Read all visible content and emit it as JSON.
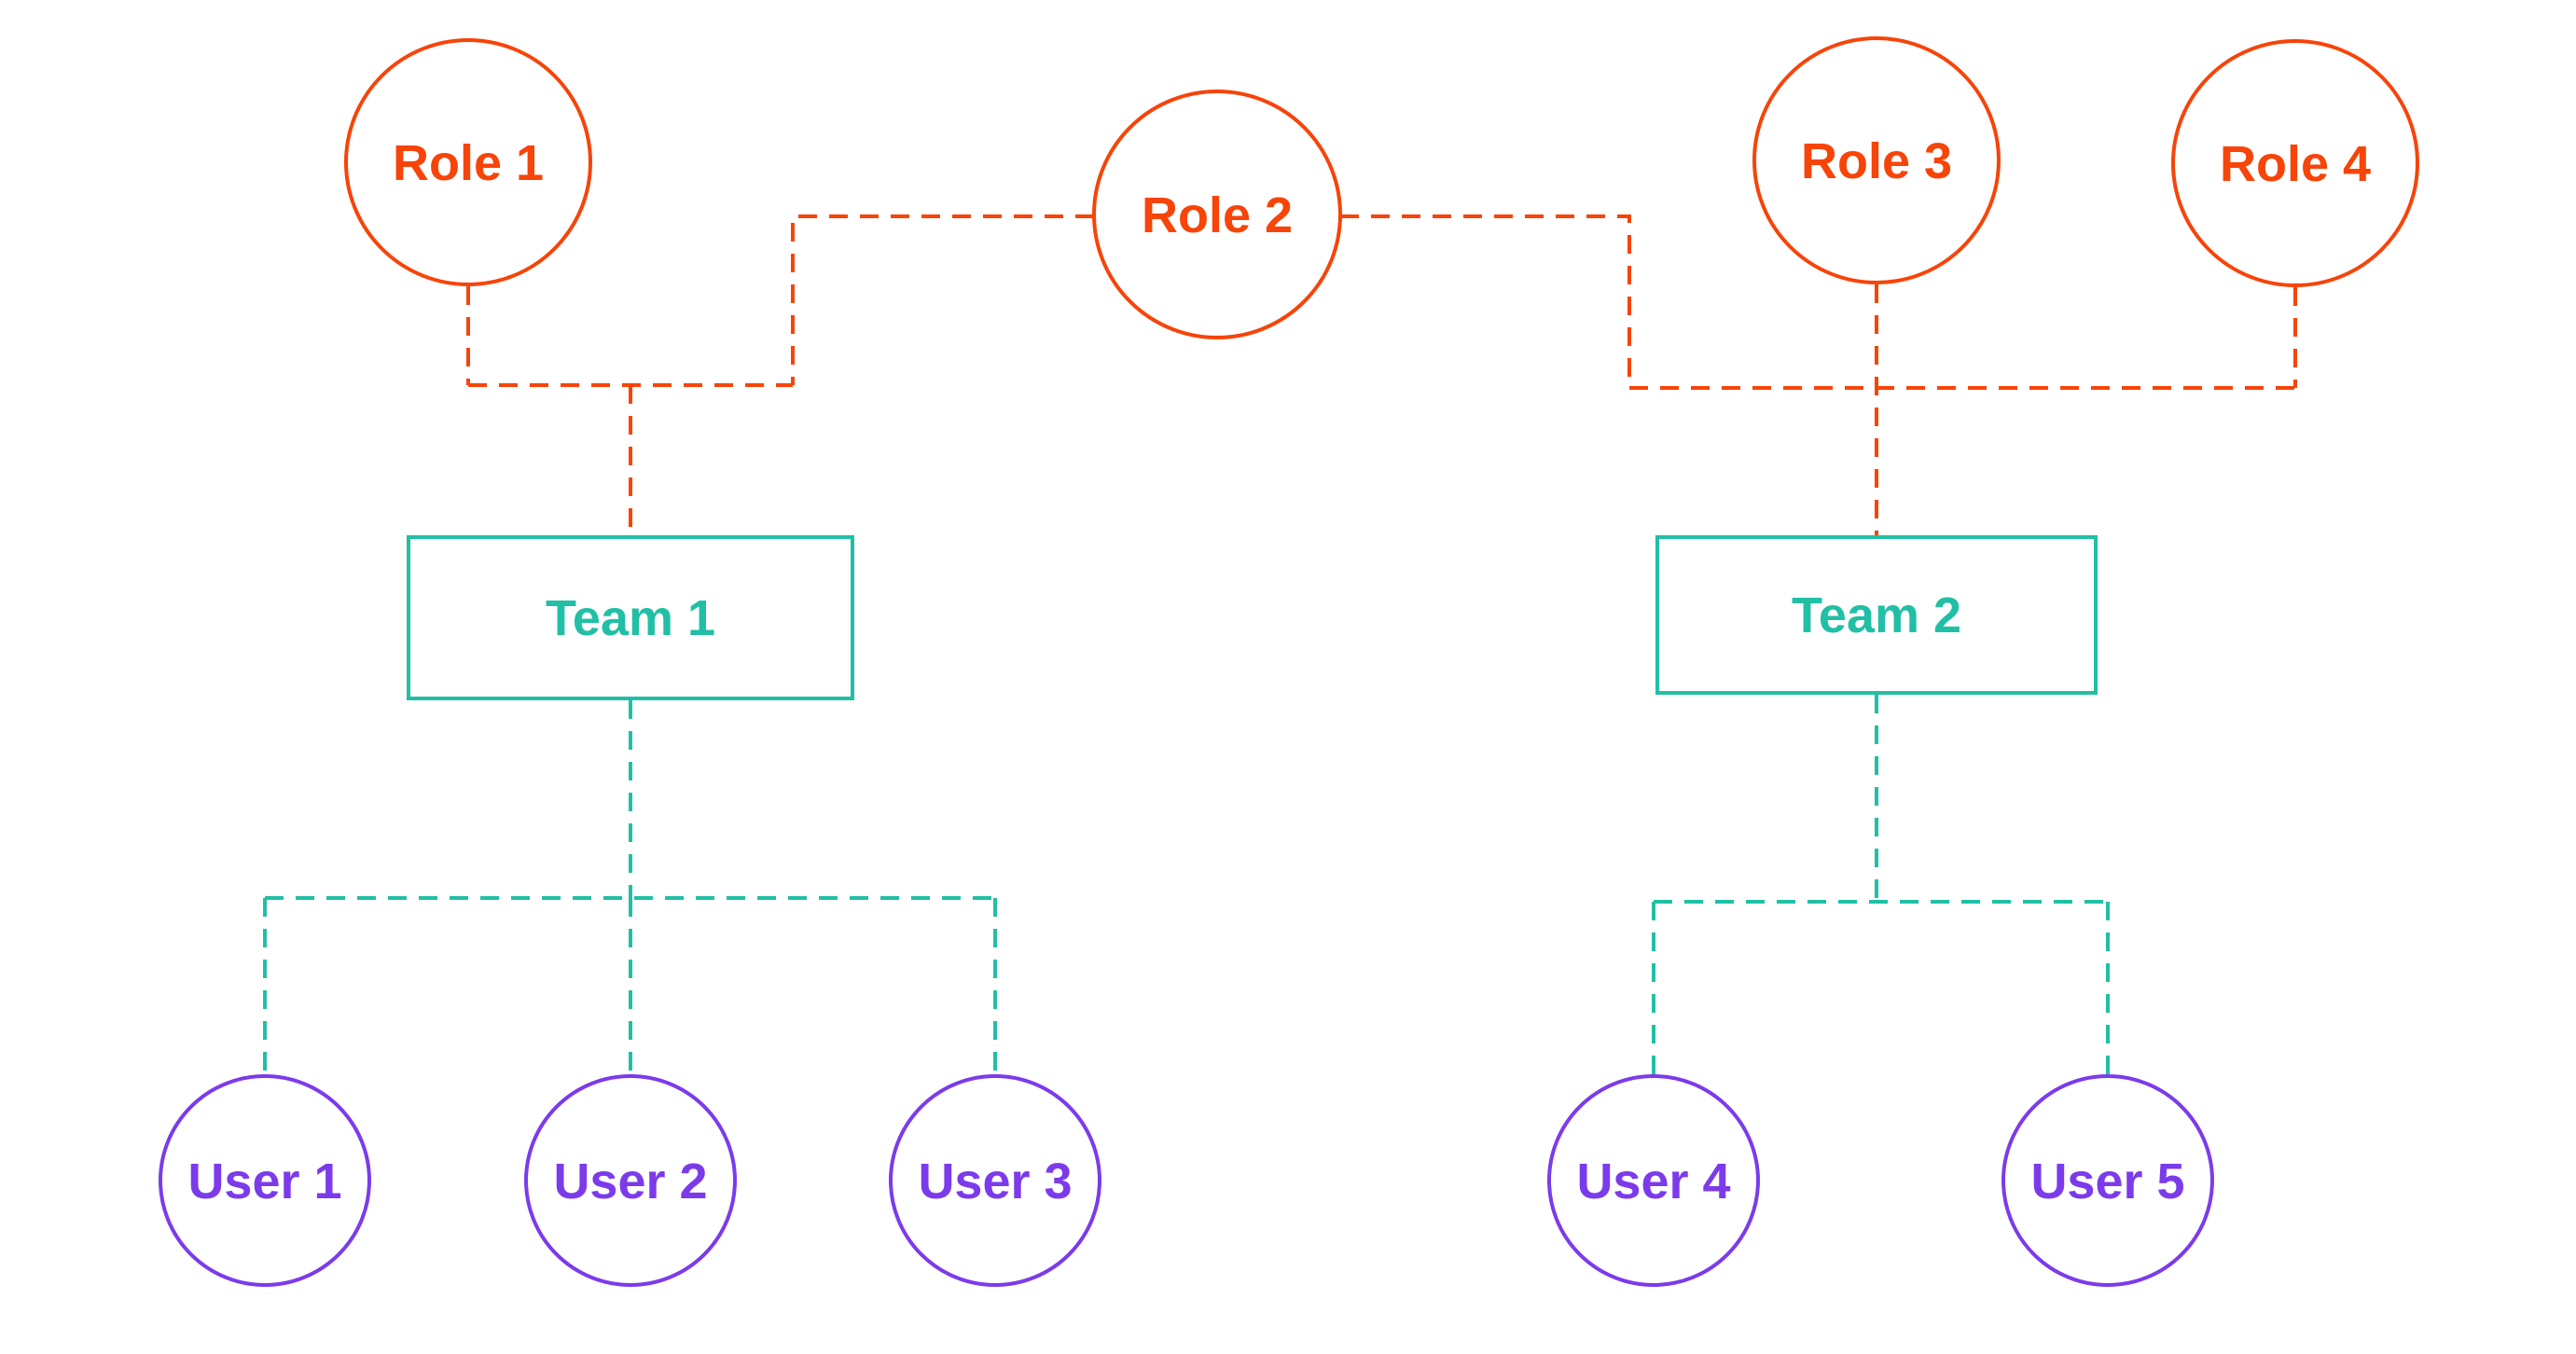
{
  "diagram": {
    "type": "role-team-user-hierarchy",
    "line_style": "dashed",
    "colors": {
      "role_accent": "#f74409",
      "team_accent": "#21bfa5",
      "user_accent": "#7c3beb",
      "background": "#ffffff"
    },
    "roles": [
      {
        "id": "role-1",
        "label": "Role 1",
        "shape": "circle"
      },
      {
        "id": "role-2",
        "label": "Role 2",
        "shape": "circle"
      },
      {
        "id": "role-3",
        "label": "Role 3",
        "shape": "circle"
      },
      {
        "id": "role-4",
        "label": "Role 4",
        "shape": "circle"
      }
    ],
    "teams": [
      {
        "id": "team-1",
        "label": "Team 1",
        "shape": "rectangle"
      },
      {
        "id": "team-2",
        "label": "Team 2",
        "shape": "rectangle"
      }
    ],
    "users": [
      {
        "id": "user-1",
        "label": "User 1",
        "shape": "circle"
      },
      {
        "id": "user-2",
        "label": "User 2",
        "shape": "circle"
      },
      {
        "id": "user-3",
        "label": "User 3",
        "shape": "circle"
      },
      {
        "id": "user-4",
        "label": "User 4",
        "shape": "circle"
      },
      {
        "id": "user-5",
        "label": "User 5",
        "shape": "circle"
      }
    ],
    "edges": [
      {
        "from": "role-1",
        "to": "team-1",
        "color": "#f74409",
        "style": "dashed"
      },
      {
        "from": "role-2",
        "to": "team-1",
        "color": "#f74409",
        "style": "dashed"
      },
      {
        "from": "role-2",
        "to": "team-2",
        "color": "#f74409",
        "style": "dashed"
      },
      {
        "from": "role-3",
        "to": "team-2",
        "color": "#f74409",
        "style": "dashed"
      },
      {
        "from": "role-4",
        "to": "team-2",
        "color": "#f74409",
        "style": "dashed"
      },
      {
        "from": "team-1",
        "to": "user-1",
        "color": "#21bfa5",
        "style": "dashed"
      },
      {
        "from": "team-1",
        "to": "user-2",
        "color": "#21bfa5",
        "style": "dashed"
      },
      {
        "from": "team-1",
        "to": "user-3",
        "color": "#21bfa5",
        "style": "dashed"
      },
      {
        "from": "team-2",
        "to": "user-4",
        "color": "#21bfa5",
        "style": "dashed"
      },
      {
        "from": "team-2",
        "to": "user-5",
        "color": "#21bfa5",
        "style": "dashed"
      }
    ]
  }
}
